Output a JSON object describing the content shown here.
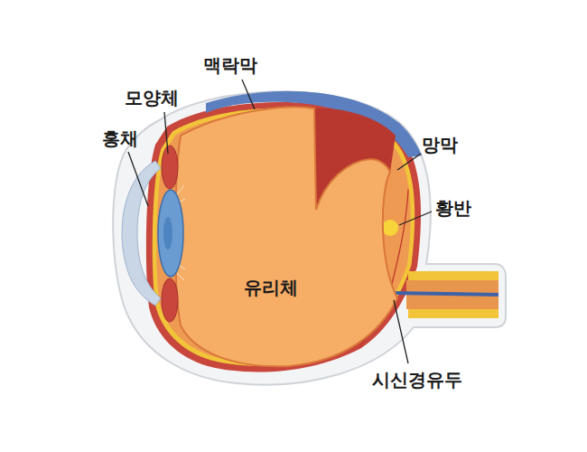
{
  "diagram": {
    "labels": [
      "맥락막",
      "모양체",
      "홍채",
      "망막",
      "황반",
      "유리체",
      "시신경유두"
    ]
  }
}
